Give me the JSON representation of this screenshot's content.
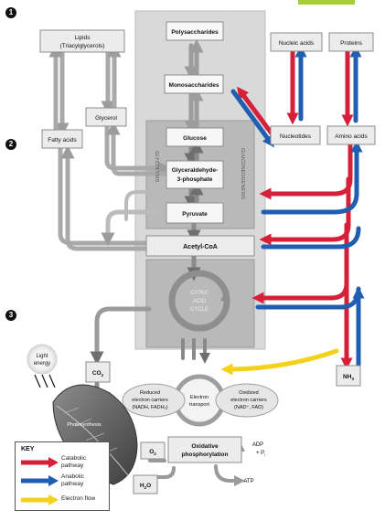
{
  "steps": [
    "1",
    "2",
    "3"
  ],
  "nodes": {
    "polysaccharides": "Polysaccharides",
    "monosaccharides": "Monosaccharides",
    "lipids_line1": "Lipids",
    "lipids_line2": "(Triacylglycerols)",
    "glycerol": "Glycerol",
    "fatty_acids": "Fatty acids",
    "nucleic_acids": "Nucleic acids",
    "proteins": "Proteins",
    "nucleotides": "Nucleotides",
    "amino_acids": "Amino acids",
    "glucose": "Glucose",
    "g3p_line1": "Glyceraldehyde-",
    "g3p_line2": "3-phosphate",
    "pyruvate": "Pyruvate",
    "acetyl_coa": "Acetyl-CoA",
    "glycolysis": "GLYCOLYSIS",
    "gluconeogenesis": "GLUCONEOGENESIS",
    "citric_line1": "CITRIC",
    "citric_line2": "ACID",
    "citric_line3": "CYCLE",
    "co2": "CO",
    "co2_sub": "2",
    "nh3": "NH",
    "nh3_sub": "3",
    "o2": "O",
    "o2_sub": "2",
    "h2o_h": "H",
    "h2o_sub": "2",
    "h2o_o": "O",
    "light_line1": "Light",
    "light_line2": "energy",
    "photosynthesis": "Photosynthesis",
    "reduced_line1": "Reduced",
    "reduced_line2": "electron carriers",
    "reduced_line3": "(NADH, FADH₂)",
    "electron_line1": "Electron",
    "electron_line2": "transport",
    "oxidized_line1": "Oxidized",
    "oxidized_line2": "electron carriers",
    "oxidized_line3": "(NAD⁺, FAD)",
    "oxphos_line1": "Oxidative",
    "oxphos_line2": "phosphorylation",
    "adp": "ADP",
    "pi": "+ P",
    "pi_sub": "i",
    "atp": "ATP"
  },
  "key": {
    "title": "KEY",
    "catabolic_line1": "Catabolic",
    "catabolic_line2": "pathway",
    "anabolic_line1": "Anabolic",
    "anabolic_line2": "pathway",
    "electron_flow": "Electron flow"
  },
  "colors": {
    "catabolic": "#d6203a",
    "anabolic": "#1f5eb0",
    "electron_flow": "#f5d21a",
    "accent_bar": "#a6ce39"
  }
}
